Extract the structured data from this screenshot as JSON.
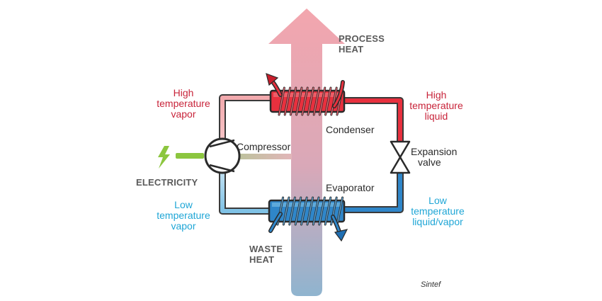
{
  "labels": {
    "process_heat": [
      "PROCESS",
      "HEAT"
    ],
    "waste_heat": [
      "WASTE",
      "HEAT"
    ],
    "electricity": "ELECTRICITY",
    "compressor": "Compressor",
    "condenser": "Condenser",
    "evaporator": "Evaporator",
    "expansion_valve": [
      "Expansion",
      "valve"
    ],
    "high_temp_vapor": [
      "High",
      "temperature",
      "vapor"
    ],
    "high_temp_liquid": [
      "High",
      "temperature",
      "liquid"
    ],
    "low_temp_vapor": [
      "Low",
      "temperature",
      "vapor"
    ],
    "low_temp_liquid_vapor": [
      "Low",
      "temperature",
      "liquid/vapor"
    ],
    "credit": "Sintef"
  },
  "colors": {
    "hot": "#e8303e",
    "hot_light": "#f2a9ad",
    "cold": "#2f86c9",
    "cold_light": "#7fc2e6",
    "electricity": "#8cc63f",
    "arrow_top": "#f3a6ae",
    "arrow_bottom": "#8fb4cf",
    "red_text": "#c8243a",
    "cyan_text": "#1fa6d6"
  },
  "icons": [
    "lightning-icon",
    "compressor-icon",
    "expansion-valve-icon",
    "heat-arrow-up-icon"
  ]
}
